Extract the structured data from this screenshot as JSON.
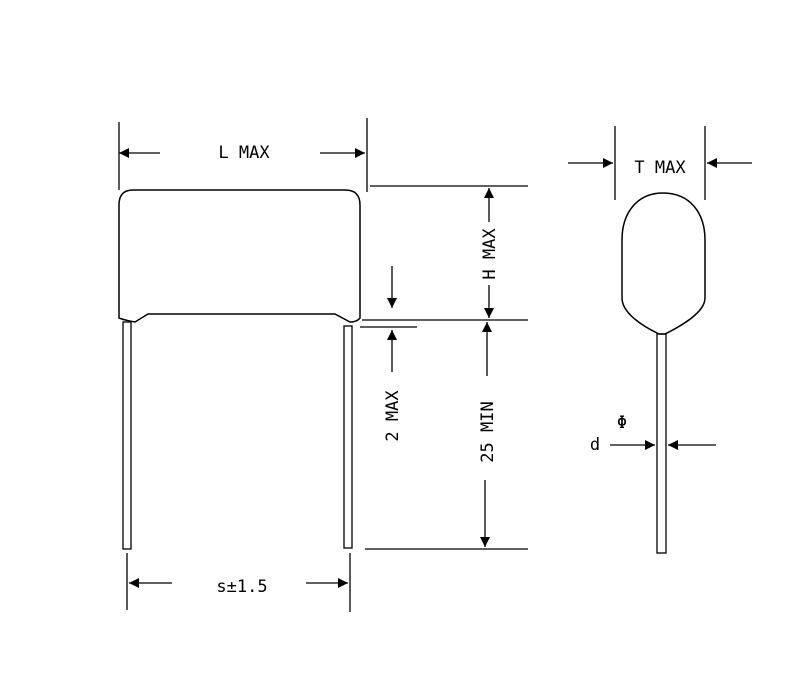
{
  "diagram": {
    "labels": {
      "length": "L MAX",
      "height": "H MAX",
      "thickness": "T MAX",
      "lead_offset": "2 MAX",
      "lead_length": "25 MIN",
      "lead_spacing": "s±1.5",
      "lead_diameter_symbol": "Φ",
      "lead_diameter_letter": "d"
    }
  }
}
